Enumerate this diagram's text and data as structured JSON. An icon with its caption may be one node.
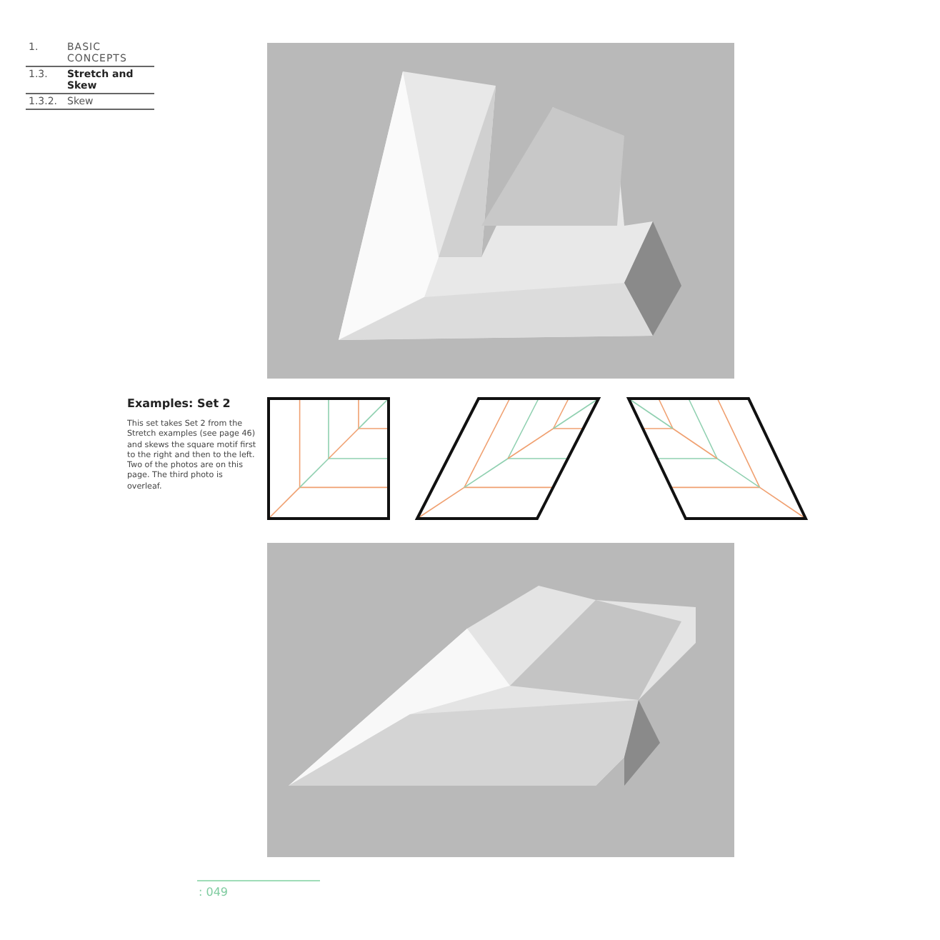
{
  "diagram": {
    "title": "Examples: Set 2",
    "labels": [
      "1.",
      "BASIC CONCEPTS",
      "1.3.",
      "Stretch and Skew",
      "1.3.2.",
      "Skew",
      "This set takes Set 2 from the Stretch examples (see page 46) and skews the square motif first to the right and then to the left. Two of the photos are on this page. The third photo is overleaf.",
      ": 049"
    ]
  }
}
